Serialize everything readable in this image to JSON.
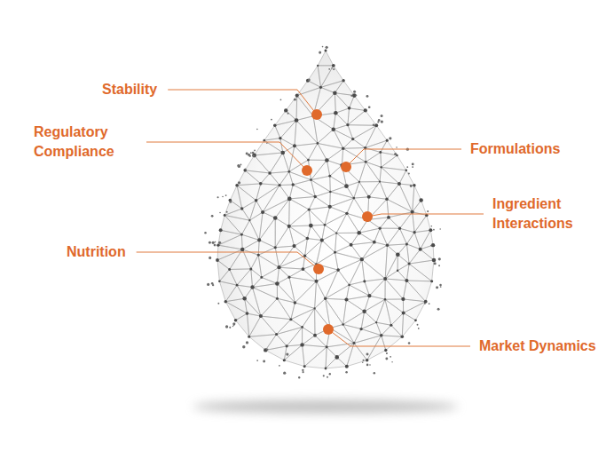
{
  "diagram": {
    "labels": [
      "Stability",
      "Regulatory Compliance",
      "Formulations",
      "Ingredient Interactions",
      "Nutrition",
      "Market Dynamics"
    ]
  }
}
